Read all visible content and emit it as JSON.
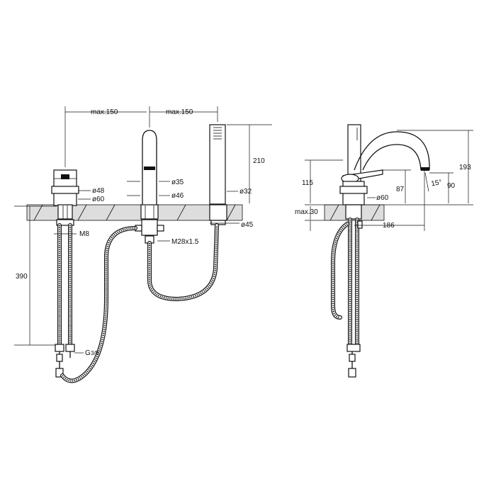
{
  "drawing": {
    "title": "",
    "front_view": {
      "dim_max_left": "max.150",
      "dim_max_right": "max.150",
      "dim_210": "210",
      "dim_48": "ø48",
      "dim_60": "ø60",
      "dim_35": "ø35",
      "dim_46": "ø46",
      "dim_32": "ø32",
      "dim_45": "ø45",
      "dim_m8": "M8",
      "dim_m28": "M28x1.5",
      "dim_390": "390",
      "dim_g": "G",
      "dim_g_frac": "3/8"
    },
    "side_view": {
      "dim_193": "193",
      "dim_115": "115",
      "dim_87": "87",
      "dim_90": "90",
      "dim_angle": "15°",
      "dim_60": "ø60",
      "dim_max30": "max.30",
      "dim_186": "186"
    },
    "colors": {
      "line": "#111111",
      "deck": "#dddddd",
      "background": "#ffffff"
    }
  }
}
